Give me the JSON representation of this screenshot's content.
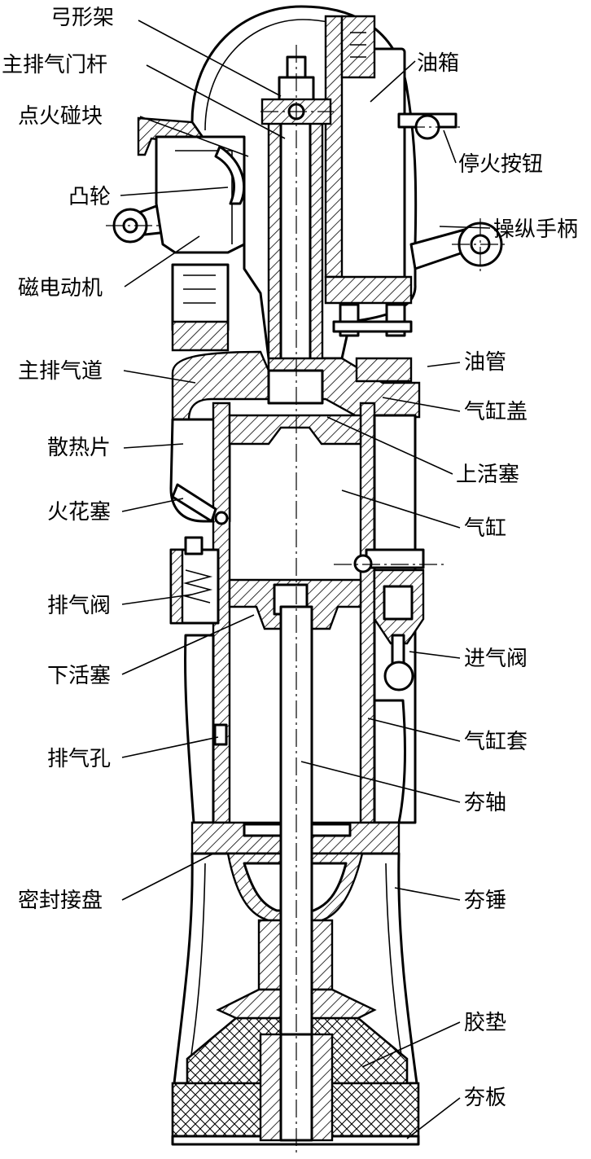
{
  "diagram": {
    "labels": {
      "bow_frame": "弓形架",
      "main_exhaust_valve_rod": "主排气门杆",
      "ignition_striker": "点火碰块",
      "cam": "凸轮",
      "magneto": "磁电动机",
      "main_exhaust_passage": "主排气道",
      "cooling_fins": "散热片",
      "spark_plug": "火花塞",
      "exhaust_valve": "排气阀",
      "lower_piston": "下活塞",
      "exhaust_hole": "排气孔",
      "sealing_flange": "密封接盘",
      "oil_tank": "油箱",
      "stop_button": "停火按钮",
      "control_handle": "操纵手柄",
      "oil_pipe": "油管",
      "cylinder_cover": "气缸盖",
      "upper_piston": "上活塞",
      "cylinder": "气缸",
      "intake_valve": "进气阀",
      "cylinder_sleeve": "气缸套",
      "ram_shaft": "夯轴",
      "ram_hammer": "夯锤",
      "rubber_pad": "胶垫",
      "ram_plate": "夯板"
    }
  }
}
